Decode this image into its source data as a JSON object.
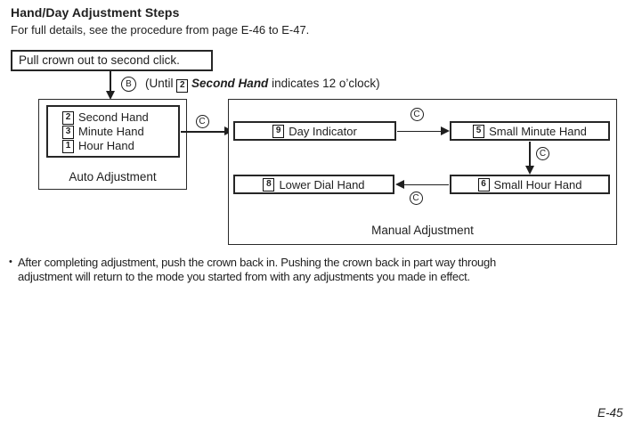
{
  "page": {
    "title": "Hand/Day Adjustment Steps",
    "subtitle": "For full details, see the procedure from page E-46 to E-47.",
    "page_number": "E-45"
  },
  "flow": {
    "start_box": "Pull crown out to second click.",
    "connectors": {
      "b": "B",
      "c": "C"
    },
    "step_b": {
      "prefix": "(Until",
      "badge": "2",
      "emphasis": "Second Hand",
      "suffix": "indicates 12 o’clock)"
    },
    "auto_box": {
      "label": "Auto Adjustment",
      "items": [
        {
          "badge": "2",
          "label": "Second Hand"
        },
        {
          "badge": "3",
          "label": "Minute Hand"
        },
        {
          "badge": "1",
          "label": "Hour Hand"
        }
      ]
    },
    "manual_box": {
      "label": "Manual Adjustment",
      "nodes": [
        {
          "badge": "9",
          "label": "Day Indicator"
        },
        {
          "badge": "5",
          "label": "Small Minute Hand"
        },
        {
          "badge": "8",
          "label": "Lower Dial Hand"
        },
        {
          "badge": "6",
          "label": "Small Hour Hand"
        }
      ]
    }
  },
  "note": {
    "bullet": "•",
    "lines": [
      "After completing adjustment, push the crown back in. Pushing the crown back in part way through",
      "adjustment will return to the mode you started from with any adjustments you made in effect."
    ]
  },
  "colors": {
    "ink": "#1f1f1f",
    "paper": "#ffffff"
  }
}
